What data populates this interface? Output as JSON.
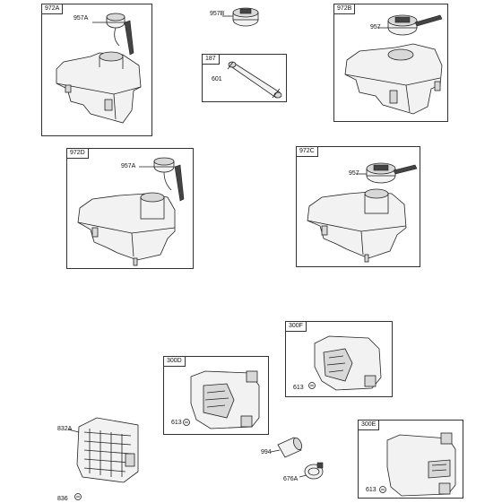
{
  "panels": {
    "p972A": {
      "tag": "972A",
      "part": "957A"
    },
    "p957B": {
      "part": "957B"
    },
    "p187": {
      "tag": "187",
      "part": "601"
    },
    "p972B": {
      "tag": "972B",
      "part": "957"
    },
    "p972D": {
      "tag": "972D",
      "part": "957A"
    },
    "p972C": {
      "tag": "972C",
      "part": "957"
    },
    "p300F": {
      "tag": "300F",
      "part": "613"
    },
    "p300D": {
      "tag": "300D",
      "part": "613"
    },
    "p832A": {
      "part_grille": "832A",
      "part_screw": "836"
    },
    "p994": {
      "part_tube": "994",
      "part_clamp": "676A"
    },
    "p300E": {
      "tag": "300E",
      "part": "613"
    }
  },
  "icons": [
    "fuel-tank-icon",
    "fuel-cap-icon",
    "fuel-line-icon",
    "muffler-icon",
    "guard-icon",
    "screw-icon",
    "clamp-icon"
  ]
}
